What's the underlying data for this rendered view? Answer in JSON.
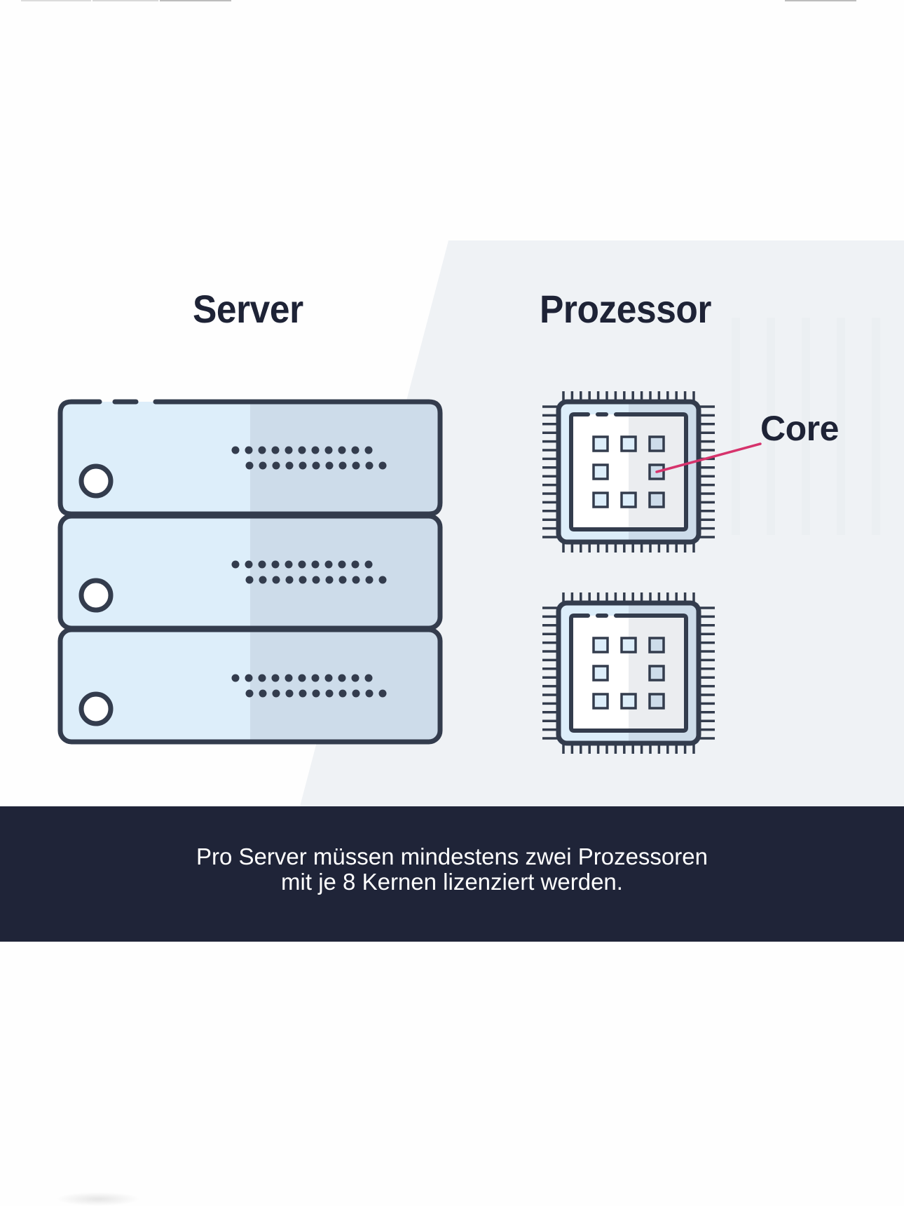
{
  "labels": {
    "server_heading": "Server",
    "processor_heading": "Prozessor",
    "core_label": "Core"
  },
  "caption": {
    "line1": "Pro Server müssen mindestens zwei Prozessoren",
    "line2": "mit je 8 Kernen lizenziert werden."
  },
  "diagram": {
    "server_units": 3,
    "processors": 2,
    "cores_per_processor_shown": 8,
    "highlighted_core": "processor-1 middle-right"
  },
  "colors": {
    "outline": "#333c4d",
    "server_fill_light": "#ddeefa",
    "server_fill_shade": "#cddcea",
    "panel_background": "#eff2f5",
    "caption_background": "#1f2438",
    "core_pointer": "#d6336c",
    "heading_text": "#1e2336"
  },
  "icons": {
    "server": "server-rack-icon",
    "processor": "cpu-chip-icon",
    "core": "cpu-core-icon"
  }
}
